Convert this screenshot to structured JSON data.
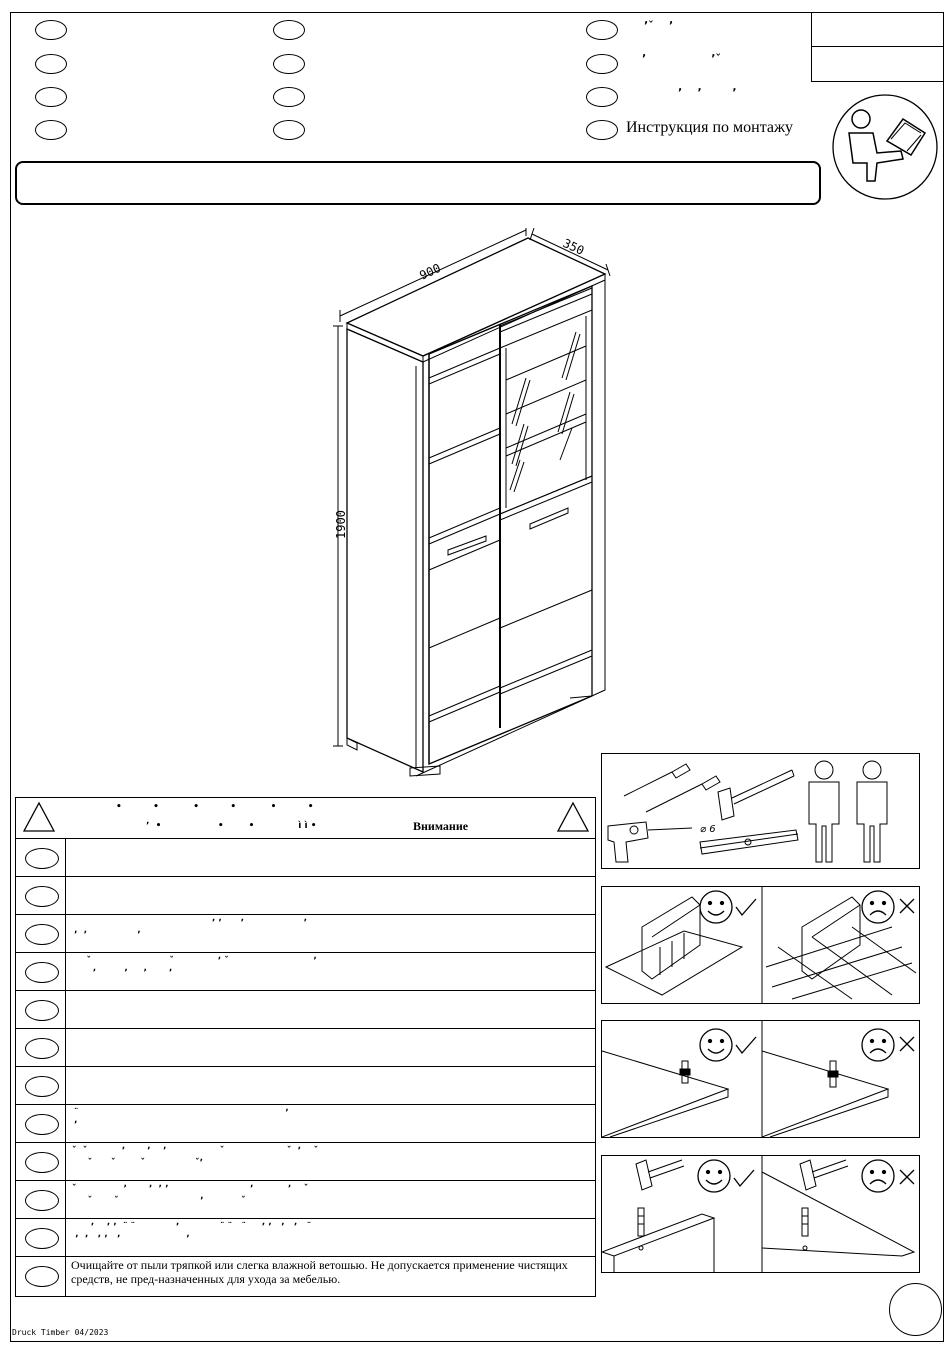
{
  "header": {
    "instruction_title": "Инструкция по монтажу"
  },
  "warnings": {
    "title": "Внимание",
    "cleaning_text": "Очищайте от пыли тряпкой или слегка влажной ветошью. Не допускается применение чистящих средств, не пред-назначенных для ухода за мебелью."
  },
  "dimensions": {
    "width": "900",
    "depth": "350",
    "height": "1900"
  },
  "tools": {
    "drill_diameter": "⌀ 6"
  },
  "footer": {
    "print_code": "Druck Timber 04/2023"
  }
}
